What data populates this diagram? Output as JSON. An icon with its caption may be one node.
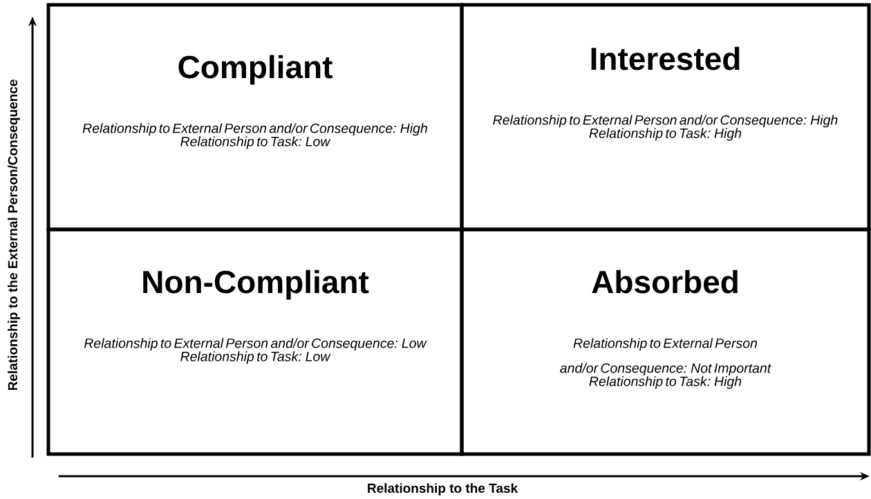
{
  "diagram": {
    "nodes": [
      {
        "text": [
          "Compliant",
          "Relationship to External Person and/or Consequence: High",
          "Relationship to Task: Low"
        ]
      },
      {
        "text": [
          "Interested",
          "Relationship to External Person and/or Consequence: High",
          "Relationship to Task: High"
        ]
      },
      {
        "text": [
          "Non-Compliant",
          "Relationship to External Person and/or Consequence: Low",
          "Relationship to Task: Low"
        ]
      },
      {
        "text": [
          "Absorbed",
          "Relationship to External Person and/or Consequence: Not Important",
          "Relationship to Task: High"
        ]
      }
    ],
    "labels": [
      "Relationship to the External Person/Consequence",
      "Relationship to the Task"
    ]
  }
}
